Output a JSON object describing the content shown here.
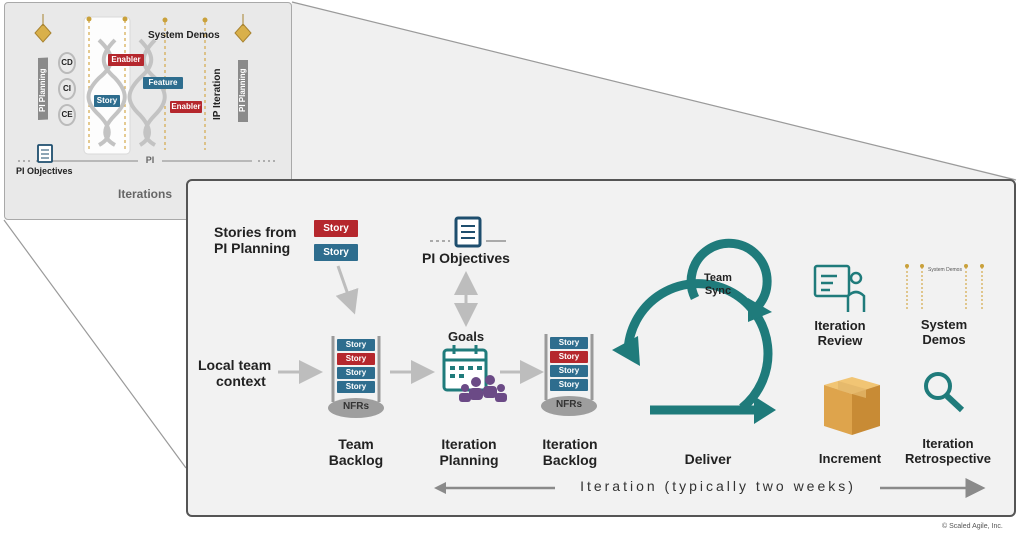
{
  "overview": {
    "pi_planning_left": "PI Planning",
    "pi_planning_right": "PI Planning",
    "cd": "CD",
    "ci": "CI",
    "ce": "CE",
    "enabler_1": "Enabler",
    "feature": "Feature",
    "story": "Story",
    "enabler_2": "Enabler",
    "system_demos": "System Demos",
    "ip_iteration": "IP Iteration",
    "pi": "PI",
    "pi_objectives": "PI Objectives",
    "iterations": "Iterations"
  },
  "main": {
    "stories_from_line1": "Stories from",
    "stories_from_line2": "PI Planning",
    "story_red": "Story",
    "story_blue": "Story",
    "pi_objectives": "PI Objectives",
    "local_team_line1": "Local team",
    "local_team_line2": "context",
    "team_backlog_items": [
      "Story",
      "Story",
      "Story",
      "Story"
    ],
    "nfrs_team": "NFRs",
    "team_backlog_line1": "Team",
    "team_backlog_line2": "Backlog",
    "goals": "Goals",
    "iteration_planning_line1": "Iteration",
    "iteration_planning_line2": "Planning",
    "iteration_backlog_items": [
      "Story",
      "Story",
      "Story",
      "Story"
    ],
    "nfrs_iteration": "NFRs",
    "iteration_backlog_line1": "Iteration",
    "iteration_backlog_line2": "Backlog",
    "team_sync_line1": "Team",
    "team_sync_line2": "Sync",
    "deliver": "Deliver",
    "iteration_review_line1": "Iteration",
    "iteration_review_line2": "Review",
    "system_demos_line1": "System",
    "system_demos_line2": "Demos",
    "system_demos_mini": "System Demos",
    "increment": "Increment",
    "iteration_retro_line1": "Iteration",
    "iteration_retro_line2": "Retrospective",
    "iteration_span": "Iteration (typically two weeks)"
  },
  "footer": {
    "copyright": "© Scaled Agile, Inc."
  },
  "colors": {
    "teal": "#1f7b7b",
    "red": "#b5272d",
    "blue": "#2e6d8e",
    "gold": "#c9a13b"
  }
}
